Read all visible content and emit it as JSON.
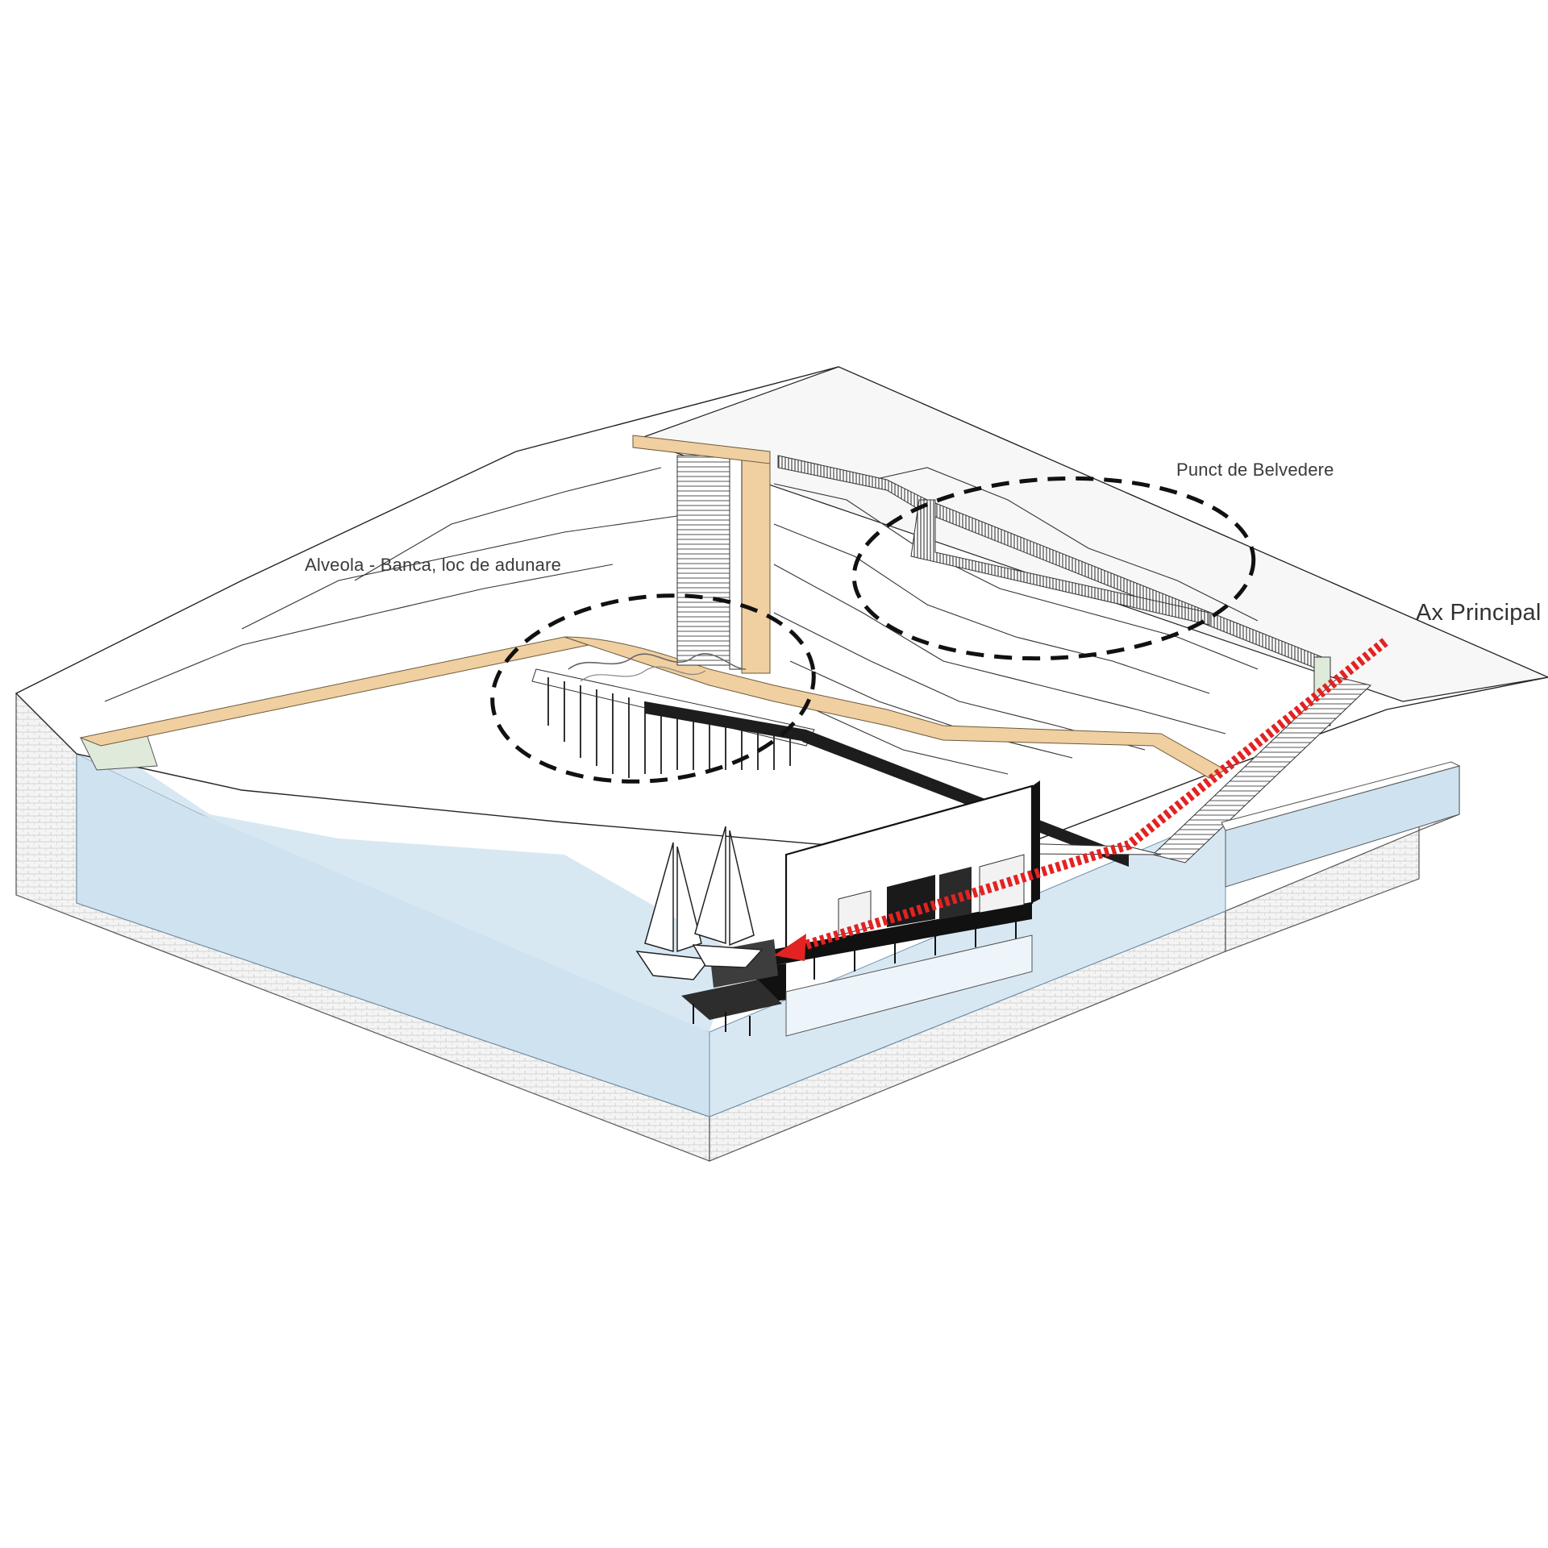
{
  "annotations": {
    "alveola": "Alveola - Banca, loc de adunare",
    "belvedere": "Punct de Belvedere",
    "ax_principal": "Ax Principal"
  },
  "colors": {
    "water": "#d8e8f3",
    "water_deep": "#cfe2ef",
    "terrain": "#ffffff",
    "promenade": "#f0cfa0",
    "greenery": "#dfeadb",
    "axis_arrow": "#e32222",
    "outline": "#222222",
    "focus_ring": "#111111",
    "base_hatch": "#e9e9e9"
  },
  "icons": [
    "sailboat-icon",
    "sailboat-icon",
    "red-axis-arrow",
    "dashed-focus-ellipse"
  ]
}
